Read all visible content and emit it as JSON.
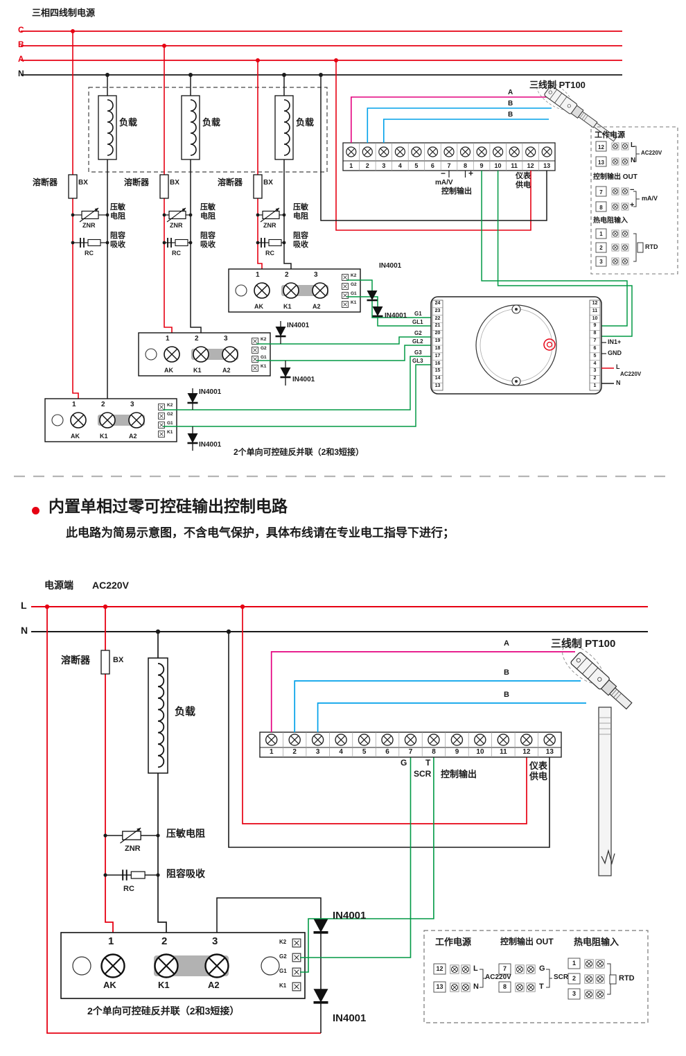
{
  "colors": {
    "red": "#e60012",
    "green": "#009944",
    "blue": "#00a0e9",
    "magenta": "#e4007f",
    "black": "#1a1a1a",
    "jumper_gray": "#aaaaaa"
  },
  "top": {
    "title": "三相四线制电源",
    "rail_c": "C",
    "rail_b": "B",
    "rail_a": "A",
    "rail_n": "N",
    "load": "负载",
    "fuse": "溶断器",
    "bx": "BX",
    "znr_name": "压敏\n电阻",
    "znr": "ZNR",
    "rc_name": "阻容\n吸收",
    "rc": "RC",
    "module": {
      "t1": "1",
      "t2": "2",
      "t3": "3",
      "ak": "AK",
      "k1": "K1",
      "a2": "A2",
      "gates": [
        "K2",
        "G2",
        "G1",
        "K1"
      ]
    },
    "diode": "IN4001",
    "strip": {
      "numbers": [
        "1",
        "2",
        "3",
        "4",
        "5",
        "6",
        "7",
        "8",
        "9",
        "10",
        "11",
        "12",
        "13"
      ],
      "minus": "−",
      "plus": "+",
      "mav": "mA/V",
      "ctrl_out": "控制输出",
      "meter": "仪表\n供电"
    },
    "pt": {
      "title": "三线制 PT100",
      "a": "A",
      "b1": "B",
      "b2": "B"
    },
    "gates": [
      "G1",
      "GL1",
      "G2",
      "GL2",
      "G3",
      "GL3"
    ],
    "controller": {
      "left": [
        "24",
        "23",
        "22",
        "21",
        "20",
        "19",
        "18",
        "17",
        "16",
        "15",
        "14",
        "13"
      ],
      "right": [
        "12",
        "11",
        "10",
        "9",
        "8",
        "7",
        "6",
        "5",
        "4",
        "3",
        "2",
        "1"
      ],
      "in1": "IN1+",
      "gnd": "GND",
      "l": "L",
      "n": "N",
      "ac": "AC220V"
    },
    "panel": {
      "power": "工作电源",
      "n12": "12",
      "n13": "13",
      "l": "L",
      "n": "N",
      "ac": "AC220V",
      "out": "控制输出 OUT",
      "n7": "7",
      "n8": "8",
      "minus": "−",
      "plus": "+",
      "mav": "mA/V",
      "rtd_title": "热电阻输入",
      "n1": "1",
      "n2": "2",
      "n3": "3",
      "rtd": "RTD"
    },
    "caption": "2个单向可控硅反并联（2和3短接）"
  },
  "middle": {
    "title": "内置单相过零可控硅输出控制电路",
    "subtitle": "此电路为简易示意图，不含电气保护，具体布线请在专业电工指导下进行；"
  },
  "bottom": {
    "source": "电源端",
    "ac": "AC220V",
    "rail_l": "L",
    "rail_n": "N",
    "fuse": "溶断器",
    "bx": "BX",
    "load": "负载",
    "znr_name": "压敏电阻",
    "znr": "ZNR",
    "rc_name": "阻容吸收",
    "rc": "RC",
    "module": {
      "t1": "1",
      "t2": "2",
      "t3": "3",
      "ak": "AK",
      "k1": "K1",
      "a2": "A2",
      "gates": [
        "K2",
        "G2",
        "G1",
        "K1"
      ]
    },
    "diode": "IN4001",
    "caption": "2个单向可控硅反并联（2和3短接）",
    "strip": {
      "numbers": [
        "1",
        "2",
        "3",
        "4",
        "5",
        "6",
        "7",
        "8",
        "9",
        "10",
        "11",
        "12",
        "13"
      ],
      "g": "G",
      "t": "T",
      "scr": "SCR",
      "ctrl_out": "控制输出",
      "meter": "仪表\n供电"
    },
    "pt": {
      "title": "三线制 PT100",
      "a": "A",
      "b1": "B",
      "b2": "B"
    },
    "panel": {
      "power": "工作电源",
      "n12": "12",
      "n13": "13",
      "l": "L",
      "n": "N",
      "ac": "AC220V",
      "out": "控制输出 OUT",
      "n7": "7",
      "n8": "8",
      "g": "G",
      "scr": "SCR",
      "t": "T",
      "rtd_title": "热电阻输入",
      "n1": "1",
      "n2": "2",
      "n3": "3",
      "rtd": "RTD"
    }
  }
}
